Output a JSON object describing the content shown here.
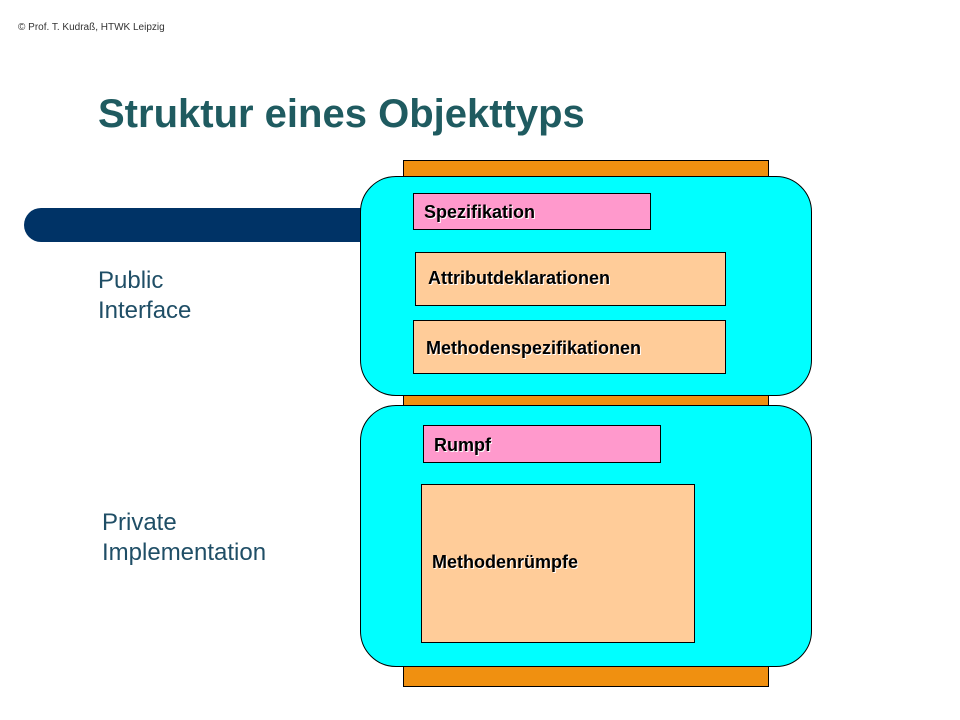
{
  "copyright": "© Prof. T. Kudraß, HTWK Leipzig",
  "title": "Struktur eines Objekttyps",
  "public_label": [
    "Public",
    "Interface"
  ],
  "private_label": [
    "Private",
    "Implementation"
  ],
  "boxes": {
    "spezifikation": "Spezifikation",
    "attributdeklarationen": "Attributdeklarationen",
    "methodenspezifikationen": "Methodenspezifikationen",
    "rumpf": "Rumpf",
    "methodenruempfe": "Methodenrümpfe"
  },
  "colors": {
    "title": "#1f5b60",
    "bar": "#003366",
    "orange": "#f09010",
    "cyan": "#00ffff",
    "pink": "#ff99cc",
    "peach": "#ffcc99"
  }
}
